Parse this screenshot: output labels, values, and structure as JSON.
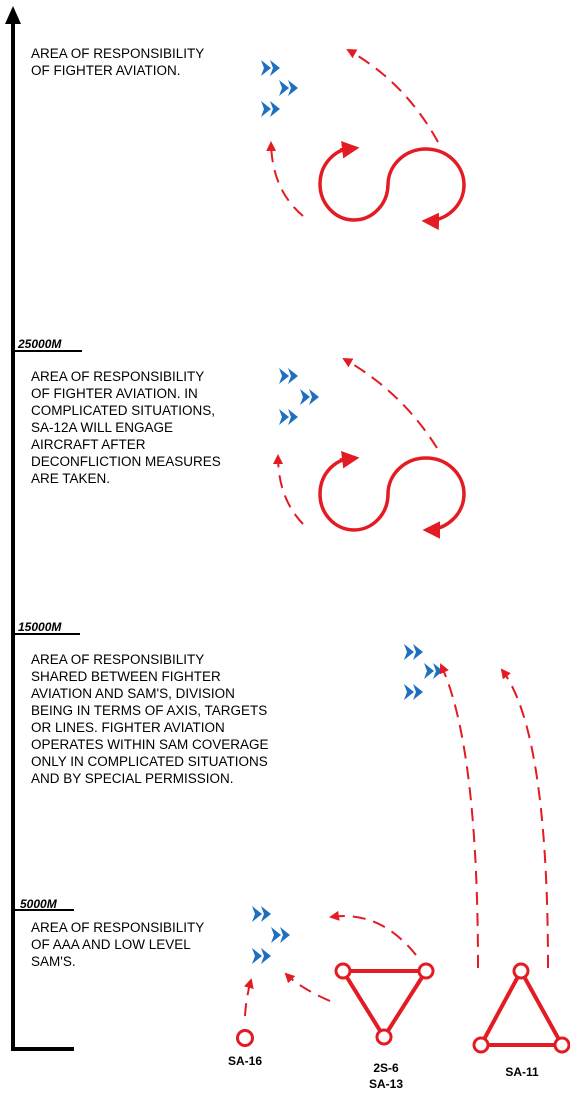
{
  "altitude_bands": [
    {
      "label": "",
      "lines": [
        "AREA OF RESPONSIBILITY",
        "OF FIGHTER AVIATION."
      ]
    },
    {
      "label": "25000M",
      "lines": [
        "AREA OF RESPONSIBILITY",
        "OF FIGHTER AVIATION. IN",
        "COMPLICATED SITUATIONS,",
        "SA-12A WILL ENGAGE",
        "AIRCRAFT AFTER",
        "DECONFLICTION MEASURES",
        "ARE TAKEN."
      ]
    },
    {
      "label": "15000M",
      "lines": [
        "AREA OF RESPONSIBILITY",
        "SHARED BETWEEN FIGHTER",
        "AVIATION AND SAM'S, DIVISION",
        "BEING IN TERMS OF AXIS, TARGETS",
        "OR LINES. FIGHTER AVIATION",
        "OPERATES WITHIN SAM COVERAGE",
        "ONLY IN COMPLICATED SITUATIONS",
        "AND BY SPECIAL PERMISSION."
      ]
    },
    {
      "label": "5000M",
      "lines": [
        "AREA OF RESPONSIBILITY",
        "OF AAA AND LOW LEVEL",
        "SAM'S."
      ]
    }
  ],
  "systems": [
    {
      "name": "SA-16",
      "symbol": "small-circle-icon"
    },
    {
      "name": "2S-6",
      "name2": "SA-13",
      "symbol": "triangle-launcher-icon"
    },
    {
      "name": "SA-11",
      "symbol": "triangle-launcher-icon"
    }
  ],
  "colors": {
    "missile": "#e31b23",
    "aircraft": "#1f6fc0",
    "axis": "#000000"
  },
  "icons": {
    "aircraft": "aircraft-arrow-icon",
    "trajectory": "dashed-arrow-icon",
    "intercept": "s-curve-icon"
  }
}
